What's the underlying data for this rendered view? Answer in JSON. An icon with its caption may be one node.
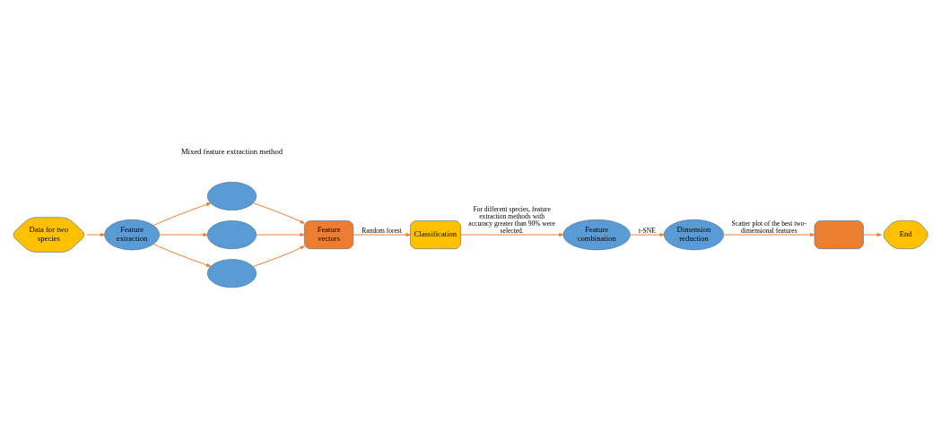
{
  "diagram": {
    "nodes": [
      {
        "text": [
          "Data for two species"
        ]
      },
      {
        "text": [
          "Feature extraction"
        ]
      },
      {
        "text": [],
        "shape": "ellipse"
      },
      {
        "text": [],
        "shape": "ellipse"
      },
      {
        "text": [],
        "shape": "ellipse"
      },
      {
        "text": [
          "Feature vectors"
        ]
      },
      {
        "text": [
          "Classification"
        ]
      },
      {
        "text": [
          "Feature combination"
        ]
      },
      {
        "text": [
          "Dimension reduction"
        ]
      },
      {
        "text": [],
        "shape": "box"
      },
      {
        "text": [
          "End"
        ]
      }
    ],
    "edges": [
      {
        "from": 0,
        "to": 1,
        "arrow": "to"
      },
      {
        "from": 1,
        "to": 2,
        "arrow": "to"
      },
      {
        "from": 1,
        "to": 3,
        "arrow": "to"
      },
      {
        "from": 1,
        "to": 4,
        "arrow": "to"
      },
      {
        "from": 2,
        "to": 5,
        "arrow": "to"
      },
      {
        "from": 3,
        "to": 5,
        "arrow": "to"
      },
      {
        "from": 4,
        "to": 5,
        "arrow": "to"
      },
      {
        "from": 5,
        "to": 6,
        "arrow": "to",
        "label": "Random forest"
      },
      {
        "from": 6,
        "to": 7,
        "arrow": "to",
        "label": "For different species, feature extraction methods with accuracy greater than 90% were selected."
      },
      {
        "from": 7,
        "to": 8,
        "arrow": "to",
        "label": "t-SNE"
      },
      {
        "from": 8,
        "to": 9,
        "arrow": "to",
        "label": "Scatter plot of the best two-dimensional features"
      },
      {
        "from": 9,
        "to": 10,
        "arrow": "to"
      }
    ],
    "labels": [
      "Mixed feature extraction method"
    ]
  }
}
